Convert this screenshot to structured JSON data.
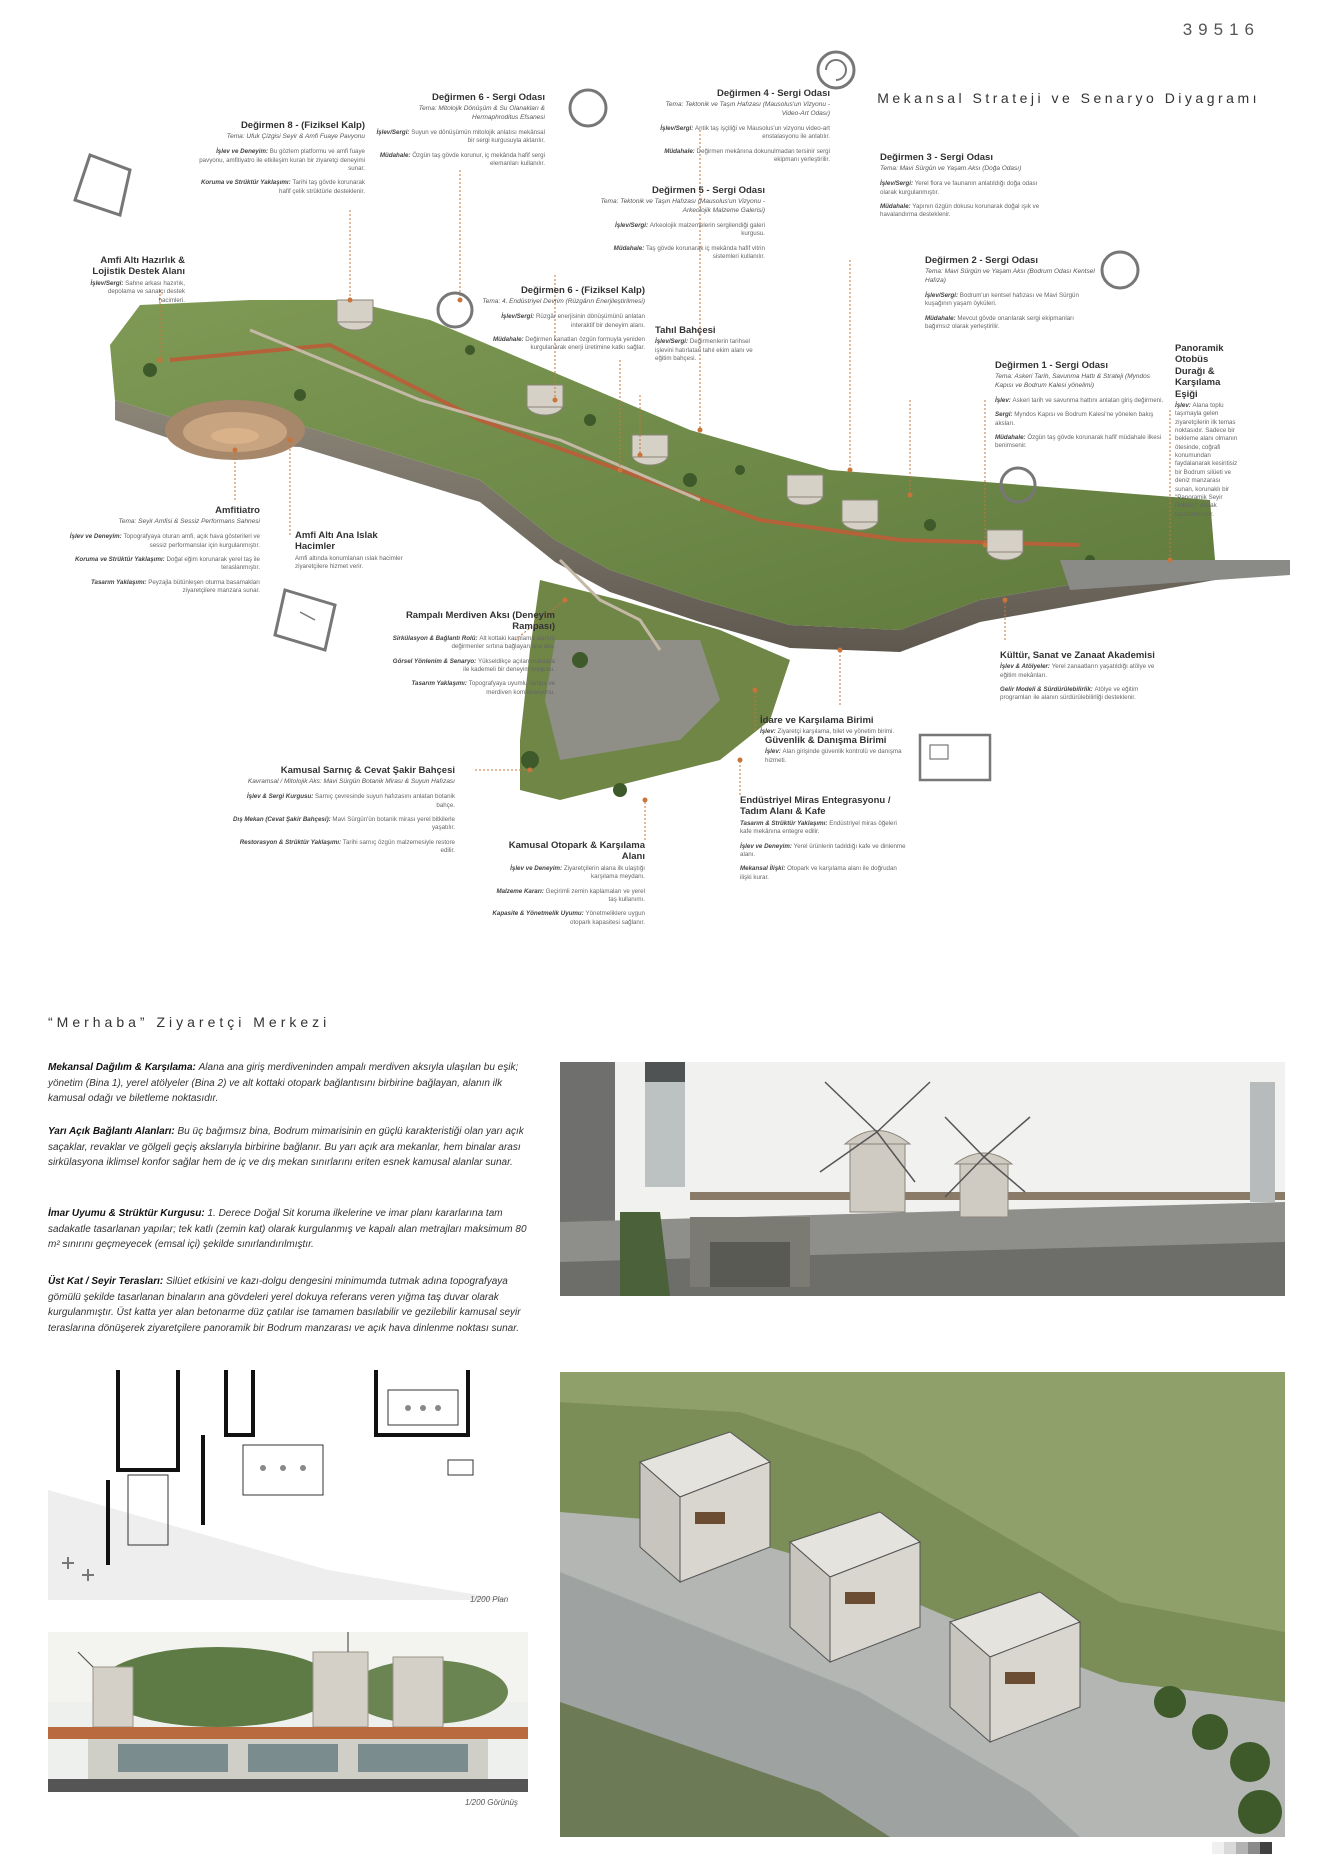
{
  "header": {
    "project_number": "39516",
    "diagram_title": "Mekansal Strateji ve Senaryo Diyagramı"
  },
  "callouts": [
    {
      "id": "degirmen-8",
      "title": "Değirmen 8 - (Fiziksel Kalp)",
      "theme": "Tema: Ufuk Çizgisi Seyir & Amfi Fuaye Pavyonu",
      "lines": [
        {
          "label": "İşlev ve Deneyim:",
          "text": "Bu gözlem platformu ve amfi fuaye pavyonu, amfitiyatro ile etkileşim kuran bir ziyaretçi deneyimi sunar."
        },
        {
          "label": "Koruma ve Strüktür Yaklaşımı:",
          "text": "Tarihi taş gövde korunarak hafif çelik strüktürle desteklenir."
        }
      ]
    },
    {
      "id": "degirmen-6-sergi",
      "title": "Değirmen 6 - Sergi Odası",
      "theme": "Tema: Mitolojik Dönüşüm & Su Olanakları & Hermaphroditus Efsanesi",
      "lines": [
        {
          "label": "İşlev/Sergi:",
          "text": "Suyun ve dönüşümün mitolojik anlatısı mekânsal bir sergi kurgusuyla aktarılır."
        },
        {
          "label": "Müdahale:",
          "text": "Özgün taş gövde korunur, iç mekânda hafif sergi elemanları kullanılır."
        }
      ]
    },
    {
      "id": "degirmen-4",
      "title": "Değirmen 4 - Sergi Odası",
      "theme": "Tema: Tektonik ve Taşın Hafızası (Mausolus'un Vizyonu - Video-Art Odası)",
      "lines": [
        {
          "label": "İşlev/Sergi:",
          "text": "Antik taş işçiliği ve Mausolus'un vizyonu video-art enstalasyonu ile anlatılır."
        },
        {
          "label": "Müdahale:",
          "text": "Değirmen mekânına dokunulmadan tersinir sergi ekipmanı yerleştirilir."
        }
      ]
    },
    {
      "id": "degirmen-3",
      "title": "Değirmen 3 - Sergi Odası",
      "theme": "Tema: Mavi Sürgün ve Yaşam Aksı (Doğa Odası)",
      "lines": [
        {
          "label": "İşlev/Sergi:",
          "text": "Yerel flora ve faunanın anlatıldığı doğa odası olarak kurgulanmıştır."
        },
        {
          "label": "Müdahale:",
          "text": "Yapının özgün dokusu korunarak doğal ışık ve havalandırma desteklenir."
        }
      ]
    },
    {
      "id": "amfi-alti-hazirlik",
      "title": "Amfi Altı Hazırlık & Lojistik Destek Alanı",
      "theme": "",
      "lines": [
        {
          "label": "İşlev/Sergi:",
          "text": "Sahne arkası hazırlık, depolama ve sanatçı destek hacimleri."
        }
      ]
    },
    {
      "id": "degirmen-6-kalp",
      "title": "Değirmen 6 - (Fiziksel Kalp)",
      "theme": "Tema: 4. Endüstriyel Devrim (Rüzgârın Enerjileştirilmesi)",
      "lines": [
        {
          "label": "İşlev/Sergi:",
          "text": "Rüzgâr enerjisinin dönüşümünü anlatan interaktif bir deneyim alanı."
        },
        {
          "label": "Müdahale:",
          "text": "Değirmen kanatları özgün formuyla yeniden kurgulanarak enerji üretimine katkı sağlar."
        }
      ]
    },
    {
      "id": "degirmen-5",
      "title": "Değirmen 5 - Sergi Odası",
      "theme": "Tema: Tektonik ve Taşın Hafızası (Mausolus'un Vizyonu - Arkeolojik Malzeme Galerisi)",
      "lines": [
        {
          "label": "İşlev/Sergi:",
          "text": "Arkeolojik malzemelerin sergilendiği galeri kurgusu."
        },
        {
          "label": "Müdahale:",
          "text": "Taş gövde korunarak iç mekânda hafif vitrin sistemleri kullanılır."
        }
      ]
    },
    {
      "id": "tahil-bahcesi",
      "title": "Tahıl Bahçesi",
      "theme": "",
      "lines": [
        {
          "label": "İşlev/Sergi:",
          "text": "Değirmenlerin tarihsel işlevini hatırlatan tahıl ekim alanı ve eğitim bahçesi."
        }
      ]
    },
    {
      "id": "degirmen-2",
      "title": "Değirmen 2 - Sergi Odası",
      "theme": "Tema: Mavi Sürgün ve Yaşam Aksı (Bodrum Odası Kentsel Hafıza)",
      "lines": [
        {
          "label": "İşlev/Sergi:",
          "text": "Bodrum'un kentsel hafızası ve Mavi Sürgün kuşağının yaşam öyküleri."
        },
        {
          "label": "Müdahale:",
          "text": "Mevcut gövde onarılarak sergi ekipmanları bağımsız olarak yerleştirilir."
        }
      ]
    },
    {
      "id": "degirmen-1",
      "title": "Değirmen 1 - Sergi Odası",
      "theme": "Tema: Askeri Tarih, Savunma Hattı & Strateji (Myndos Kapısı ve Bodrum Kalesi yönelimi)",
      "lines": [
        {
          "label": "İşlev:",
          "text": "Askeri tarih ve savunma hattını anlatan giriş değirmeni."
        },
        {
          "label": "Sergi:",
          "text": "Myndos Kapısı ve Bodrum Kalesi'ne yönelen bakış aksları."
        },
        {
          "label": "Müdahale:",
          "text": "Özgün taş gövde korunarak hafif müdahale ilkesi benimsenir."
        }
      ]
    },
    {
      "id": "panoramik-durak",
      "title": "Panoramik Otobüs Durağı & Karşılama Eşiği",
      "theme": "",
      "lines": [
        {
          "label": "İşlev:",
          "text": "Alana toplu taşımayla gelen ziyaretçilerin ilk temas noktasıdır. Sadece bir bekleme alanı olmanın ötesinde, coğrafi konumundan faydalanarak kesintisiz bir Bodrum silüeti ve deniz manzarası sunan, korunaklı bir \"Panoramik Seyir Noktası\" olarak tasarlanmıştır."
        }
      ]
    },
    {
      "id": "amfitiyatro",
      "title": "Amfitiatro",
      "theme": "Tema: Seyir Amfisi & Sessiz Performans Sahnesi",
      "lines": [
        {
          "label": "İşlev ve Deneyim:",
          "text": "Topografyaya oturan amfi, açık hava gösterileri ve sessiz performanslar için kurgulanmıştır."
        },
        {
          "label": "Koruma ve Strüktür Yaklaşımı:",
          "text": "Doğal eğim korunarak yerel taş ile teraslanmıştır."
        },
        {
          "label": "Tasarım Yaklaşımı:",
          "text": "Peyzajla bütünleşen oturma basamakları ziyaretçilere manzara sunar."
        }
      ]
    },
    {
      "id": "amfi-alti-islak",
      "title": "Amfi Altı Ana Islak Hacimler",
      "theme": "",
      "lines": [
        {
          "label": "",
          "text": "Amfi altında konumlanan ıslak hacimler ziyaretçilere hizmet verir."
        }
      ]
    },
    {
      "id": "rampali-merdiven",
      "title": "Rampalı Merdiven Aksı (Deneyim Rampası)",
      "theme": "",
      "lines": [
        {
          "label": "Sirkülasyon & Bağlantı Rolü:",
          "text": "Alt kottaki karşılama alanını değirmenler sırtına bağlayan ana aks."
        },
        {
          "label": "Görsel Yönlenim & Senaryo:",
          "text": "Yükseldikçe açılan manzara ile kademeli bir deneyim kurgusu."
        },
        {
          "label": "Tasarım Yaklaşımı:",
          "text": "Topografyaya uyumlu rampa ve merdiven kombinasyonu."
        }
      ]
    },
    {
      "id": "kultur-akademi",
      "title": "Kültür, Sanat ve Zanaat Akademisi",
      "theme": "",
      "lines": [
        {
          "label": "İşlev & Atölyeler:",
          "text": "Yerel zanaatların yaşatıldığı atölye ve eğitim mekânları."
        },
        {
          "label": "Gelir Modeli & Sürdürülebilirlik:",
          "text": "Atölye ve eğitim programları ile alanın sürdürülebilirliği desteklenir."
        }
      ]
    },
    {
      "id": "idare",
      "title": "İdare ve Karşılama Birimi",
      "theme": "",
      "lines": [
        {
          "label": "İşlev:",
          "text": "Ziyaretçi karşılama, bilet ve yönetim birimi."
        }
      ]
    },
    {
      "id": "guvenlik",
      "title": "Güvenlik & Danışma Birimi",
      "theme": "",
      "lines": [
        {
          "label": "İşlev:",
          "text": "Alan girişinde güvenlik kontrolü ve danışma hizmeti."
        }
      ]
    },
    {
      "id": "kamusal-sarnic",
      "title": "Kamusal Sarnıç & Cevat Şakir Bahçesi",
      "theme": "Kavramsal / Mitolojik Aks: Mavi Sürgün Botanik Mirası & Suyun Hafızası",
      "lines": [
        {
          "label": "İşlev & Sergi Kurgusu:",
          "text": "Sarnıç çevresinde suyun hafızasını anlatan botanik bahçe."
        },
        {
          "label": "Dış Mekan (Cevat Şakir Bahçesi):",
          "text": "Mavi Sürgün'ün botanik mirası yerel bitkilerle yaşatılır."
        },
        {
          "label": "Restorasyon & Strüktür Yaklaşımı:",
          "text": "Tarihi sarnıç özgün malzemesiyle restore edilir."
        }
      ]
    },
    {
      "id": "endustriyel-miras",
      "title": "Endüstriyel Miras Entegrasyonu / Tadım Alanı & Kafe",
      "theme": "",
      "lines": [
        {
          "label": "Tasarım & Strüktür Yaklaşımı:",
          "text": "Endüstriyel miras öğeleri kafe mekânına entegre edilir."
        },
        {
          "label": "İşlev ve Deneyim:",
          "text": "Yerel ürünlerin tadıldığı kafe ve dinlenme alanı."
        },
        {
          "label": "Mekansal İlişki:",
          "text": "Otopark ve karşılama alanı ile doğrudan ilişki kurar."
        }
      ]
    },
    {
      "id": "kamusal-otopark",
      "title": "Kamusal Otopark & Karşılama Alanı",
      "theme": "",
      "lines": [
        {
          "label": "İşlev ve Deneyim:",
          "text": "Ziyaretçilerin alana ilk ulaştığı karşılama meydanı."
        },
        {
          "label": "Malzeme Kararı:",
          "text": "Geçirimli zemin kaplamaları ve yerel taş kullanımı."
        },
        {
          "label": "Kapasite & Yönetmelik Uyumu:",
          "text": "Yönetmeliklere uygun otopark kapasitesi sağlanır."
        }
      ]
    }
  ],
  "visitor_center": {
    "title": "“Merhaba” Ziyaretçi Merkezi",
    "paragraphs": [
      {
        "head": "Mekansal Dağılım & Karşılama:",
        "body": "Alana ana giriş merdiveninden ampalı merdiven aksıyla ulaşılan bu eşik; yönetim (Bina 1), yerel atölyeler (Bina 2) ve alt kottaki otopark bağlantısını birbirine bağlayan, alanın ilk kamusal odağı ve biletleme noktasıdır."
      },
      {
        "head": "Yarı Açık Bağlantı Alanları:",
        "body": "Bu üç bağımsız bina, Bodrum mimarisinin en güçlü karakteristiği olan yarı açık saçaklar, revaklar ve gölgeli geçiş akslarıyla birbirine bağlanır. Bu yarı açık ara mekanlar, hem binalar arası sirkülasyona iklimsel konfor sağlar hem de iç ve dış mekan sınırlarını eriten esnek kamusal alanlar sunar."
      },
      {
        "head": "İmar Uyumu & Strüktür Kurgusu:",
        "body": "1. Derece Doğal Sit koruma ilkelerine ve imar planı kararlarına tam sadakatle tasarlanan yapılar; tek katlı (zemin kat) olarak kurgulanmış ve kapalı alan metrajları maksimum 80 m² sınırını geçmeyecek (emsal içi) şekilde sınırlandırılmıştır."
      },
      {
        "head": "Üst Kat / Seyir Terasları:",
        "body": "Silüet etkisini ve kazı-dolgu dengesini minimumda tutmak adına topografyaya gömülü şekilde tasarlanan binaların ana gövdeleri yerel dokuya referans veren yığma taş duvar olarak kurgulanmıştır. Üst katta yer alan betonarme düz çatılar ise tamamen basılabilir ve gezilebilir kamusal seyir teraslarına dönüşerek ziyaretçilere panoramik bir Bodrum manzarası ve açık hava dinlenme noktası sunar."
      }
    ],
    "plan_scale": "1/200 Plan",
    "elevation_scale": "1/200 Görünüş"
  },
  "colors": {
    "accent": "#c9743a",
    "grass": "#6d8a45",
    "stone": "#b9b3a5",
    "sky": "#f3f1ec"
  }
}
